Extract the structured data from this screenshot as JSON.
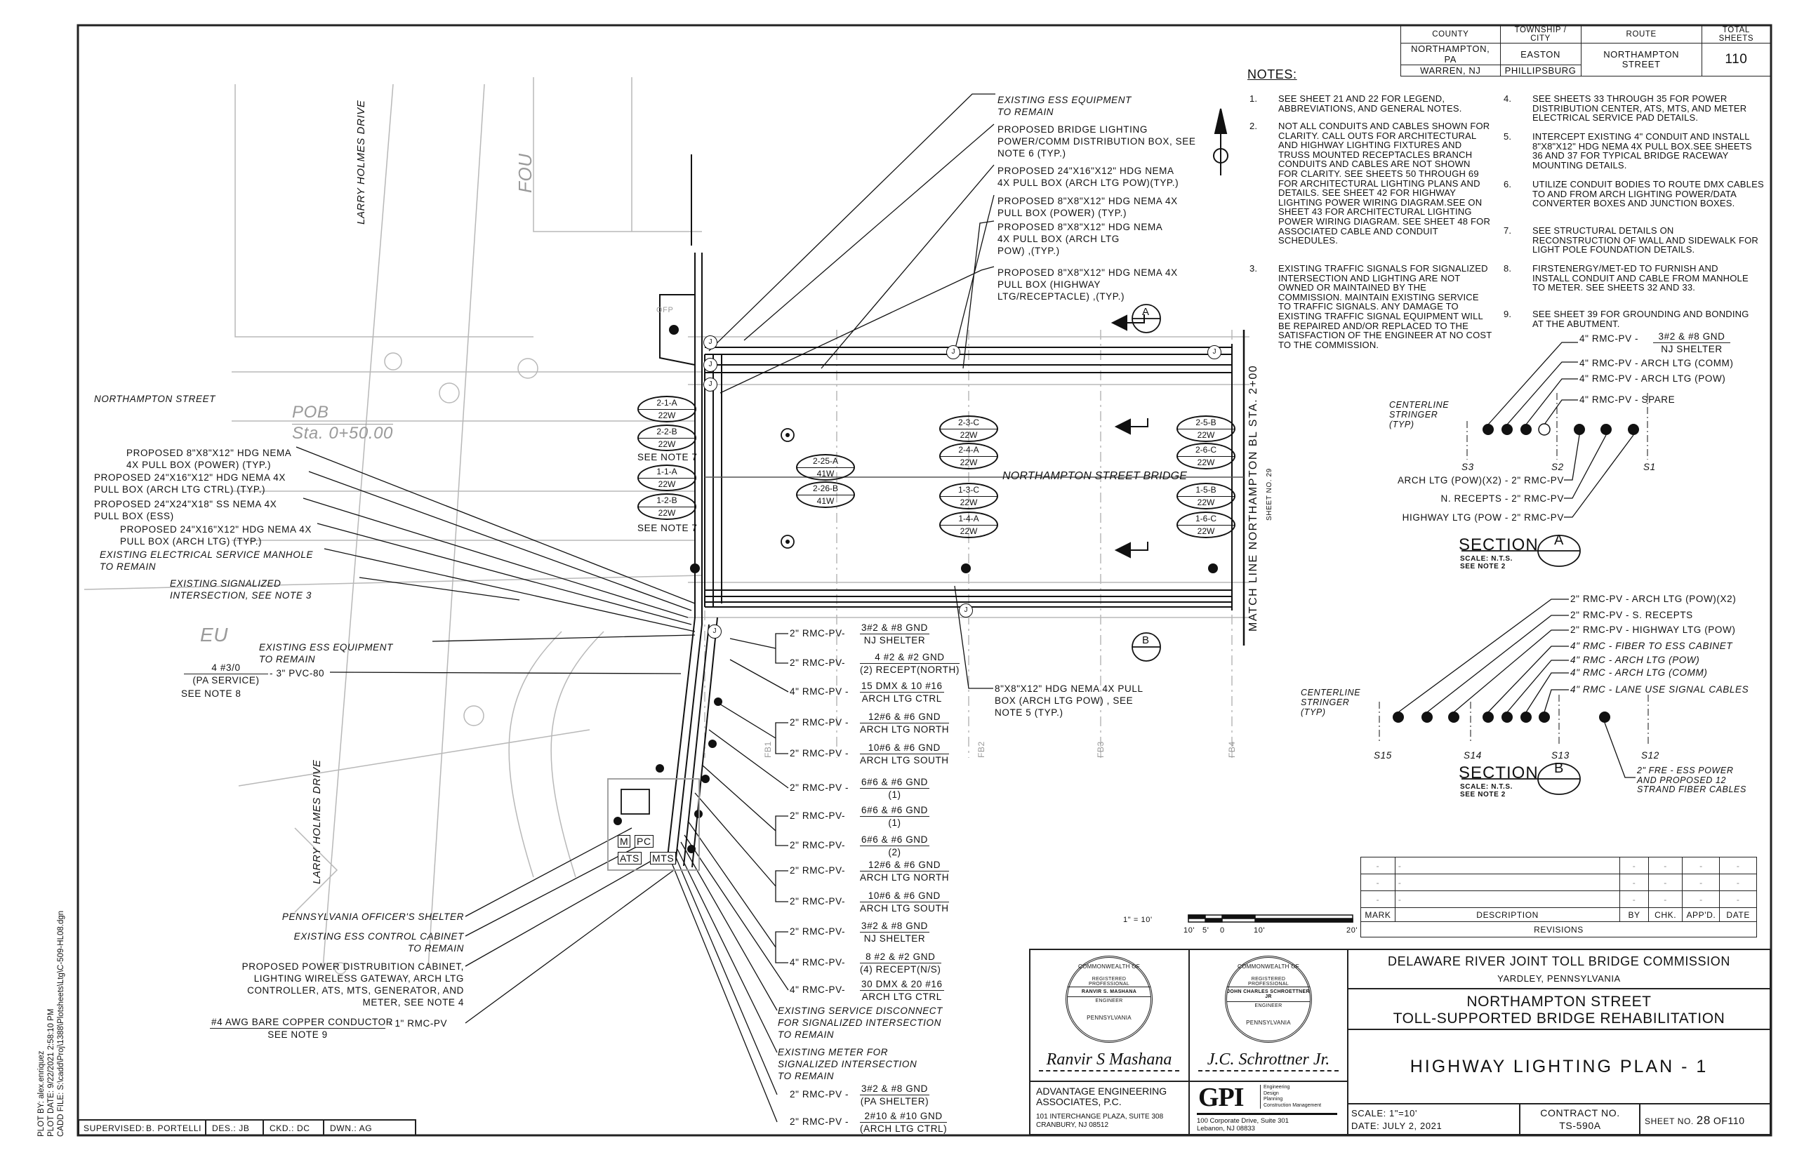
{
  "header_table": {
    "headers": [
      "COUNTY",
      "TOWNSHIP / CITY",
      "ROUTE",
      "TOTAL SHEETS"
    ],
    "county": [
      "NORTHAMPTON, PA",
      "WARREN, NJ"
    ],
    "township": [
      "EASTON",
      "PHILLIPSBURG"
    ],
    "route": "NORTHAMPTON STREET",
    "total_sheets": "110"
  },
  "notes": {
    "title": "NOTES:",
    "items": [
      {
        "num": "1.",
        "text": "SEE SHEET 21 AND 22 FOR LEGEND, ABBREVIATIONS, AND GENERAL NOTES."
      },
      {
        "num": "2.",
        "text": "NOT ALL CONDUITS AND CABLES SHOWN FOR CLARITY. CALL OUTS FOR ARCHITECTURAL AND HIGHWAY LIGHTING FIXTURES AND TRUSS MOUNTED RECEPTACLES BRANCH CONDUITS AND CABLES ARE NOT SHOWN FOR CLARITY. SEE SHEETS 50 THROUGH 69 FOR ARCHITECTURAL LIGHTING PLANS AND DETAILS. SEE SHEET 42 FOR HIGHWAY LIGHTING POWER WIRING DIAGRAM.SEE ON SHEET 43 FOR ARCHITECTURAL LIGHTING POWER WIRING DIAGRAM. SEE SHEET 48 FOR ASSOCIATED CABLE AND CONDUIT SCHEDULES."
      },
      {
        "num": "3.",
        "text": "EXISTING TRAFFIC SIGNALS FOR SIGNALIZED INTERSECTION AND LIGHTING ARE NOT OWNED OR MAINTAINED BY THE COMMISSION. MAINTAIN EXISTING SERVICE TO TRAFFIC SIGNALS. ANY DAMAGE TO EXISTING TRAFFIC SIGNAL EQUIPMENT WILL BE REPAIRED AND/OR REPLACED TO THE SATISFACTION OF THE ENGINEER AT NO COST TO THE COMMISSION."
      },
      {
        "num": "4.",
        "text": "SEE SHEETS 33 THROUGH 35 FOR POWER DISTRIBUTION CENTER, ATS, MTS, AND METER ELECTRICAL SERVICE PAD DETAILS."
      },
      {
        "num": "5.",
        "text": "INTERCEPT EXISTING 4\" CONDUIT AND INSTALL 8\"X8\"X12\" HDG NEMA 4X PULL BOX.SEE SHEETS 36 AND 37 FOR TYPICAL BRIDGE RACEWAY MOUNTING DETAILS."
      },
      {
        "num": "6.",
        "text": "UTILIZE CONDUIT BODIES TO ROUTE DMX CABLES TO AND FROM ARCH LIGHTING POWER/DATA CONVERTER BOXES AND JUNCTION BOXES."
      },
      {
        "num": "7.",
        "text": "SEE STRUCTURAL DETAILS ON RECONSTRUCTION OF WALL AND SIDEWALK FOR LIGHT POLE FOUNDATION DETAILS."
      },
      {
        "num": "8.",
        "text": "FIRSTENERGY/MET-ED TO FURNISH AND INSTALL CONDUIT AND CABLE FROM MANHOLE TO METER. SEE SHEETS 32 AND 33."
      },
      {
        "num": "9.",
        "text": "SEE SHEET 39 FOR GROUNDING AND BONDING AT THE ABUTMENT."
      }
    ]
  },
  "top_callouts": [
    "EXISTING ESS EQUIPMENT\nTO REMAIN",
    "PROPOSED BRIDGE LIGHTING\nPOWER/COMM DISTRIBUTION BOX, SEE\nNOTE 6 (TYP.)",
    "PROPOSED 24\"X16\"X12\" HDG NEMA\n4X PULL BOX (ARCH LTG POW)(TYP.)",
    "PROPOSED 8\"X8\"X12\" HDG NEMA 4X\nPULL BOX (POWER) (TYP.)",
    "PROPOSED 8\"X8\"X12\" HDG NEMA\n4X PULL BOX (ARCH LTG\nPOW) ,(TYP.)",
    "PROPOSED 8\"X8\"X12\" HDG NEMA 4X\nPULL BOX (HIGHWAY\nLTG/RECEPTACLE) ,(TYP.)"
  ],
  "left_callouts": [
    "PROPOSED 8\"X8\"X12\" HDG NEMA\n4X PULL BOX (POWER) (TYP.)",
    "PROPOSED 24\"X16\"X12\" HDG NEMA 4X\nPULL BOX (ARCH LTG CTRL) (TYP.)",
    "PROPOSED 24\"X24\"X18\" SS NEMA 4X\nPULL BOX (ESS)",
    "PROPOSED 24\"X16\"X12\" HDG NEMA 4X\nPULL BOX (ARCH LTG) (TYP.)",
    "EXISTING ELECTRICAL SERVICE MANHOLE\nTO REMAIN",
    "EXISTING SIGNALIZED\nINTERSECTION, SEE NOTE 3",
    "EXISTING ESS EQUIPMENT\nTO REMAIN"
  ],
  "pa_service": {
    "num": "4 #3/0",
    "den": "(PA SERVICE)",
    "note": "SEE NOTE 8",
    "conduit": "- 3\" PVC-80"
  },
  "bottom_left_callouts": [
    "PENNSYLVANIA OFFICER'S SHELTER",
    "EXISTING ESS CONTROL CABINET\nTO REMAIN",
    "PROPOSED POWER DISTRUBITION CABINET,\nLIGHTING WIRELESS GATEWAY, ARCH LTG\nCONTROLLER, ATS, MTS, GENERATOR, AND\nMETER, SEE NOTE 4"
  ],
  "ground": {
    "num": "#4 AWG BARE COPPER CONDUCTOR",
    "den": "SEE NOTE 9",
    "conduit": "- 1\" RMC-PV"
  },
  "conduit_callouts": [
    {
      "conduit": "2\" RMC-PV-",
      "num": "3#2 & #8 GND",
      "den": "NJ SHELTER"
    },
    {
      "conduit": "2\" RMC-PV-",
      "num": "4 #2 & #2 GND",
      "den": "(2) RECEPT(NORTH)"
    },
    {
      "conduit": "4\" RMC-PV -",
      "num": "15 DMX & 10 #16",
      "den": "ARCH LTG CTRL"
    },
    {
      "conduit": "2\" RMC-PV -",
      "num": "12#6 & #6 GND",
      "den": "ARCH LTG NORTH"
    },
    {
      "conduit": "2\" RMC-PV -",
      "num": "10#6 & #6 GND",
      "den": "ARCH LTG SOUTH"
    },
    {
      "conduit": "2\" RMC-PV -",
      "num": "6#6 & #6 GND",
      "den": "(1)"
    },
    {
      "conduit": "2\" RMC-PV-",
      "num": "6#6 & #6 GND",
      "den": "(1)"
    },
    {
      "conduit": "2\" RMC-PV-",
      "num": "6#6 & #6 GND",
      "den": "(2)"
    },
    {
      "conduit": "2\" RMC-PV-",
      "num": "12#6 & #6 GND",
      "den": "ARCH LTG NORTH"
    },
    {
      "conduit": "2\" RMC-PV-",
      "num": "10#6 & #6 GND",
      "den": "ARCH LTG SOUTH"
    },
    {
      "conduit": "2\" RMC-PV-",
      "num": "3#2 & #8 GND",
      "den": "NJ SHELTER"
    },
    {
      "conduit": "4\" RMC-PV-",
      "num": "8 #2 & #2 GND",
      "den": "(4) RECEPT(N/S)"
    },
    {
      "conduit": "4\" RMC-PV-",
      "num": "30 DMX & 20 #16",
      "den": "ARCH LTG CTRL"
    },
    {
      "conduit": "2\" RMC-PV -",
      "num": "3#2 & #8 GND",
      "den": "(PA SHELTER)"
    },
    {
      "conduit": "2\" RMC-PV -",
      "num": "2#10 & #10 GND",
      "den": "(ARCH LTG CTRL)"
    }
  ],
  "mid_callouts": [
    "EXISTING SERVICE DISCONNECT\nFOR SIGNALIZED INTERSECTION\nTO REMAIN",
    "EXISTING METER FOR\nSIGNALIZED INTERSECTION\nTO REMAIN"
  ],
  "center_callout": "8\"X8\"X12\" HDG NEMA 4X PULL\nBOX (ARCH LTG POW) , SEE\nNOTE 5 (TYP.)",
  "plan_labels": {
    "northampton_street": "NORTHAMPTON STREET",
    "pob": "POB",
    "station": "Sta. 0+50.00",
    "larry_holmes_top": "LARRY HOLMES DRIVE",
    "larry_holmes_bottom": "LARRY HOLMES DRIVE",
    "fou": "FOU",
    "eu": "EU",
    "bridge": "NORTHAMPTON STREET BRIDGE",
    "match_line": "MATCH LINE NORTHAMPTON BL STA. 2+00",
    "match_sheet": "SHEET NO. 29",
    "see_note_7": "SEE NOTE 7",
    "fb": [
      "FB1",
      "FB2",
      "FB3",
      "FB4"
    ],
    "section_a": "A",
    "section_b": "B",
    "junction": "J",
    "cabinet": [
      "M",
      "PC",
      "ATS",
      "MTS"
    ],
    "ofp": "OFP"
  },
  "luminaires": [
    {
      "id": "2-1-A",
      "watt": "22W"
    },
    {
      "id": "2-2-B",
      "watt": "22W"
    },
    {
      "id": "1-1-A",
      "watt": "22W"
    },
    {
      "id": "1-2-B",
      "watt": "22W"
    },
    {
      "id": "2-25-A",
      "watt": "41W"
    },
    {
      "id": "2-26-B",
      "watt": "41W"
    },
    {
      "id": "2-3-C",
      "watt": "22W"
    },
    {
      "id": "2-4-A",
      "watt": "22W"
    },
    {
      "id": "1-3-C",
      "watt": "22W"
    },
    {
      "id": "1-4-A",
      "watt": "22W"
    },
    {
      "id": "2-5-B",
      "watt": "22W"
    },
    {
      "id": "2-6-C",
      "watt": "22W"
    },
    {
      "id": "1-5-B",
      "watt": "22W"
    },
    {
      "id": "1-6-C",
      "watt": "22W"
    }
  ],
  "section_a": {
    "title": "SECTION",
    "letter": "A",
    "scale": "SCALE: N.T.S.",
    "note": "SEE NOTE 2",
    "stringer": "CENTERLINE\nSTRINGER\n(TYP)",
    "stringers": [
      "S3",
      "S2",
      "S1"
    ],
    "top_callouts": [
      {
        "conduit": "4\" RMC-PV -",
        "num": "3#2 & #8 GND",
        "den": "NJ SHELTER"
      },
      {
        "text": "4\" RMC-PV - ARCH LTG (COMM)"
      },
      {
        "text": "4\" RMC-PV - ARCH LTG (POW)"
      },
      {
        "text": "4\" RMC-PV - SPARE"
      }
    ],
    "bottom_callouts": [
      "ARCH LTG (POW)(X2) - 2\" RMC-PV",
      "N. RECEPTS - 2\" RMC-PV",
      "HIGHWAY LTG (POW - 2\" RMC-PV"
    ]
  },
  "section_b": {
    "title": "SECTION",
    "letter": "B",
    "scale": "SCALE: N.T.S.",
    "note": "SEE NOTE 2",
    "stringer": "CENTERLINE\nSTRINGER\n(TYP)",
    "stringers": [
      "S15",
      "S14",
      "S13",
      "S12"
    ],
    "callouts": [
      "2\" RMC-PV - ARCH LTG (POW)(X2)",
      "2\" RMC-PV - S. RECEPTS",
      "2\" RMC-PV - HIGHWAY LTG (POW)",
      "4\" RMC - FIBER TO ESS CABINET",
      "4\" RMC - ARCH LTG (POW)",
      "4\" RMC - ARCH LTG (COMM)",
      "4\" RMC - LANE USE SIGNAL CABLES"
    ],
    "fre": "2\" FRE - ESS POWER\nAND PROPOSED 12\nSTRAND FIBER CABLES"
  },
  "scale_bar": {
    "label": "1\" = 10'",
    "ticks": [
      "10'",
      "5'",
      "0",
      "10'",
      "20'"
    ]
  },
  "revisions": {
    "rows": [
      [
        "-",
        "-",
        "-",
        "-",
        "-",
        "-"
      ],
      [
        "-",
        "-",
        "-",
        "-",
        "-",
        "-"
      ],
      [
        "-",
        "-",
        "-",
        "-",
        "-",
        "-"
      ]
    ],
    "headers": [
      "MARK",
      "DESCRIPTION",
      "BY",
      "CHK.",
      "APP'D.",
      "DATE"
    ],
    "title": "REVISIONS"
  },
  "title_block": {
    "agency": "DELAWARE RIVER JOINT TOLL BRIDGE COMMISSION",
    "agency_city": "YARDLEY, PENNSYLVANIA",
    "project_1": "NORTHAMPTON STREET",
    "project_2": "TOLL-SUPPORTED BRIDGE REHABILITATION",
    "sheet_title": "HIGHWAY LIGHTING PLAN - 1",
    "scale": "SCALE: 1\"=10'",
    "date": "DATE: JULY 2, 2021",
    "contract_label": "CONTRACT NO.",
    "contract_no": "TS-590A",
    "sheet_label": "SHEET NO.",
    "sheet_no": "28",
    "sheet_of": "OF110",
    "seal_1": {
      "top": "COMMONWEALTH OF",
      "reg": "REGISTERED",
      "prof": "PROFESSIONAL",
      "name": "RANVIR S. MASHANA",
      "eng": "ENGINEER",
      "bottom": "PENNSYLVANIA",
      "signature": "Ranvir S Mashana"
    },
    "seal_2": {
      "top": "COMMONWEALTH OF",
      "reg": "REGISTERED",
      "prof": "PROFESSIONAL",
      "name": "JOHN CHARLES SCHROETTNER JR",
      "eng": "ENGINEER",
      "bottom": "PENNSYLVANIA",
      "signature": "J.C. Schrottner Jr."
    },
    "firm_1": {
      "name": "ADVANTAGE ENGINEERING\nASSOCIATES, P.C.",
      "address": "101 INTERCHANGE PLAZA, SUITE 308\nCRANBURY, NJ 08512"
    },
    "firm_2": {
      "logo": "GPI",
      "services": "Engineering\nDesign\nPlanning\nConstruction Management",
      "address": "100 Corporate Drive, Suite 301\nLebanon, NJ 08833"
    }
  },
  "staff": {
    "supervised": "SUPERVISED:",
    "supervisor": "B. PORTELLI",
    "des": "DES.: JB",
    "ckd": "CKD.: DC",
    "dwn": "DWN.: AG"
  },
  "plot_info": [
    "PLOT BY: alex.enriquez",
    "PLOT DATE: 9/22/2021   2:58:10 PM",
    "CADD FILE: S:\\cadd\\Proj\\1388\\Plotsheets\\Ltg\\C-509-HL08.dgn"
  ]
}
